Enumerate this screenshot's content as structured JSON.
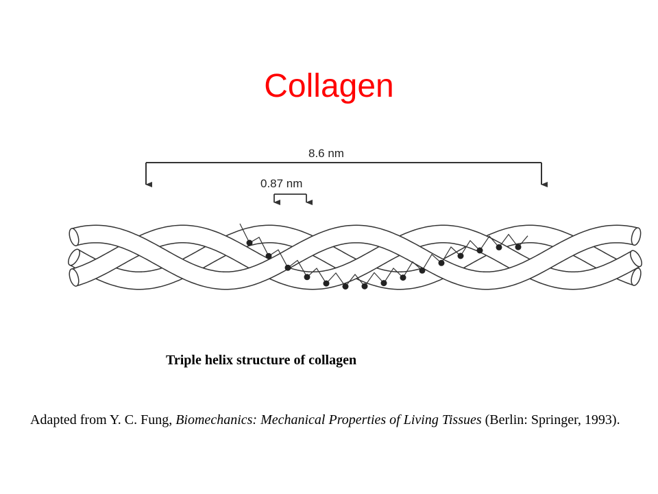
{
  "slide": {
    "title": "Collagen",
    "title_color": "#ff0000"
  },
  "diagram": {
    "long_dimension_label": "8.6 nm",
    "short_dimension_label": "0.87 nm",
    "strand_count": 3
  },
  "caption": "Triple helix structure of collagen",
  "source": {
    "prefix": "Adapted from Y. C. Fung, ",
    "book_title": "Biomechanics: Mechanical Properties of Living Tissues",
    "suffix": " (Berlin: Springer, 1993)."
  }
}
